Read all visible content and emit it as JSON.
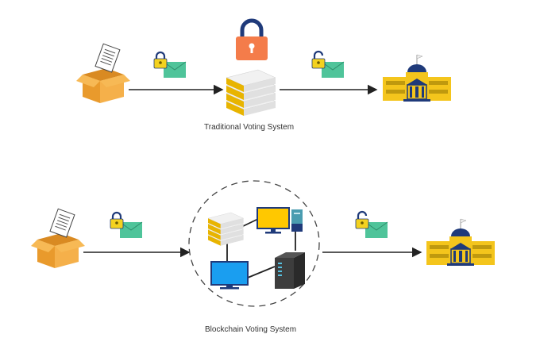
{
  "diagrams": [
    {
      "caption": "Traditional Voting System",
      "nodes": [
        "ballot-box",
        "locked-envelope",
        "central-server",
        "unlocked-envelope",
        "government-building"
      ],
      "central_lock": "padlock-locked"
    },
    {
      "caption": "Blockchain Voting System",
      "nodes": [
        "ballot-box",
        "locked-envelope",
        "distributed-network",
        "unlocked-envelope",
        "government-building"
      ],
      "network_nodes": [
        "server-stack",
        "yellow-monitor",
        "tower-pc",
        "blue-monitor",
        "dark-server"
      ]
    }
  ],
  "colors": {
    "box": "#f2a93b",
    "envelope": "#4fc49a",
    "lock_yellow": "#f4d21f",
    "lock_navy": "#1f3a7a",
    "padlock_orange": "#f47c4a",
    "building": "#f4c51c",
    "monitor_yellow": "#ffc800",
    "monitor_blue": "#1a9ef0"
  }
}
